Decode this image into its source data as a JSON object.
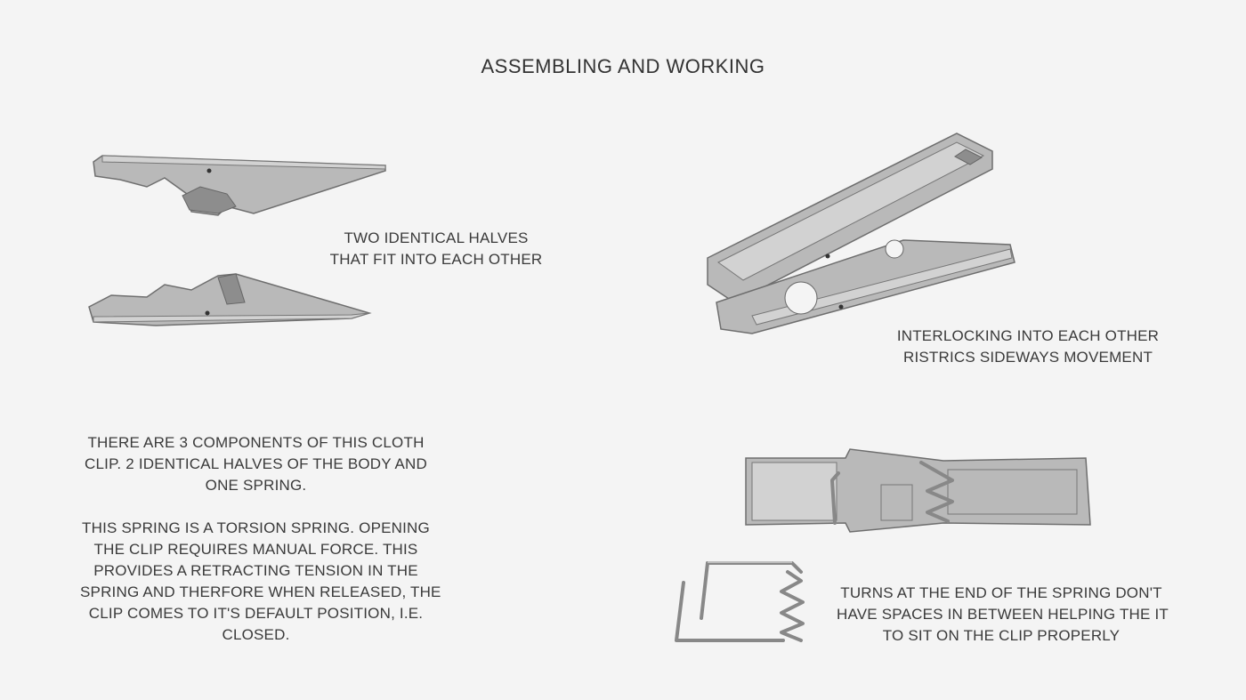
{
  "title": "ASSEMBLING AND WORKING",
  "captions": {
    "halves": [
      "TWO IDENTICAL HALVES",
      "THAT FIT INTO EACH OTHER"
    ],
    "interlocking": [
      "INTERLOCKING INTO EACH OTHER",
      "RISTRICS SIDEWAYS MOVEMENT"
    ],
    "components": [
      "THERE ARE 3 COMPONENTS OF THIS CLOTH",
      "CLIP. 2 IDENTICAL HALVES OF THE BODY AND",
      "ONE SPRING."
    ],
    "torsion": [
      "THIS SPRING IS A TORSION SPRING. OPENING",
      "THE CLIP REQUIRES MANUAL FORCE. THIS",
      "PROVIDES A RETRACTING TENSION IN THE",
      "SPRING AND THERFORE WHEN RELEASED, THE",
      "CLIP COMES TO IT'S DEFAULT POSITION, I.E.",
      "CLOSED."
    ],
    "spring_turns": [
      "TURNS AT THE END OF THE SPRING DON'T",
      "HAVE SPACES IN BETWEEN HELPING THE IT",
      "TO SIT ON THE CLIP PROPERLY"
    ]
  }
}
